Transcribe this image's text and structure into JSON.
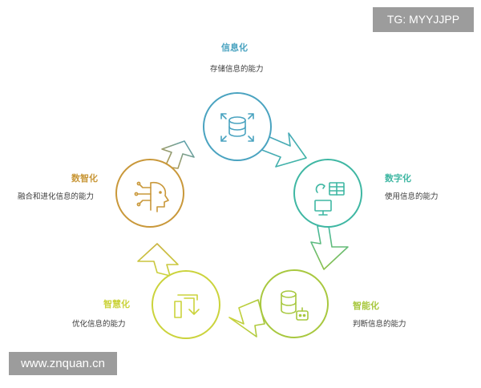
{
  "watermarks": {
    "top_right": "TG: MYYJJPP",
    "bottom_left": "www.znquan.cn"
  },
  "nodes": [
    {
      "title": "信息化",
      "desc": "存储信息的能力",
      "color": "#4aa3c0",
      "icon": "database-expand-icon"
    },
    {
      "title": "数字化",
      "desc": "使用信息的能力",
      "color": "#3fb7a3",
      "icon": "digital-screen-icon"
    },
    {
      "title": "智能化",
      "desc": "判断信息的能力",
      "color": "#a8c83f",
      "icon": "database-bot-icon"
    },
    {
      "title": "智慧化",
      "desc": "优化信息的能力",
      "color": "#cbd33c",
      "icon": "layers-arrow-icon"
    },
    {
      "title": "数智化",
      "desc": "融合和进化信息的能力",
      "color": "#c9983a",
      "icon": "head-circuit-icon"
    }
  ]
}
